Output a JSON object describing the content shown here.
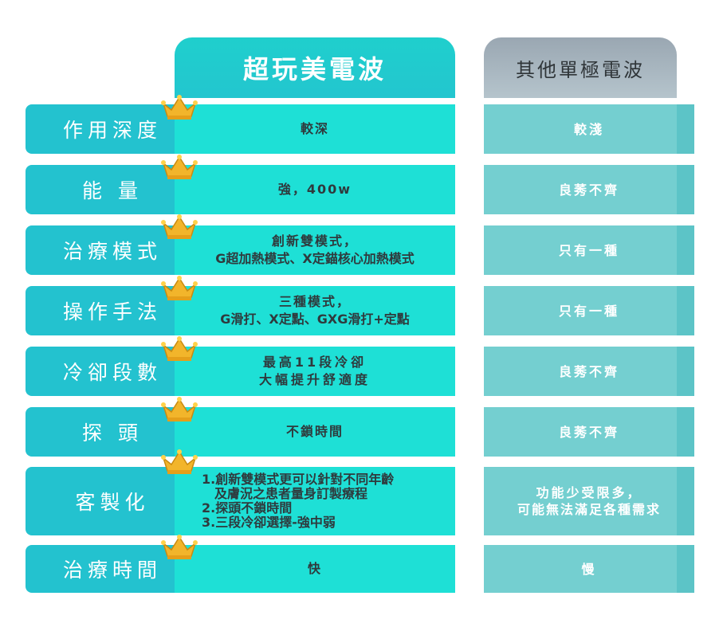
{
  "header": {
    "main": "超玩美電波",
    "other": "其他單極電波"
  },
  "rows": [
    {
      "label": "作用深度",
      "main": [
        "較深"
      ],
      "other": [
        "較淺"
      ]
    },
    {
      "label": "能 量",
      "main": [
        "強，400w"
      ],
      "other": [
        "良莠不齊"
      ]
    },
    {
      "label": "治療模式",
      "main": [
        "創新雙模式，",
        "G超加熱模式、X定錨核心加熱模式"
      ],
      "other": [
        "只有一種"
      ]
    },
    {
      "label": "操作手法",
      "main": [
        "三種模式，",
        "G滑打、X定點、GXG滑打+定點"
      ],
      "other": [
        "只有一種"
      ]
    },
    {
      "label": "冷卻段數",
      "main": [
        "最高11段冷卻",
        "大幅提升舒適度"
      ],
      "other": [
        "良莠不齊"
      ]
    },
    {
      "label": "探 頭",
      "main": [
        "不鎖時間"
      ],
      "other": [
        "良莠不齊"
      ]
    },
    {
      "label": "客製化",
      "main": [
        "1.創新雙模式更可以針對不同年齡",
        "及膚況之患者量身訂製療程",
        "2.探頭不鎖時間",
        "3.三段冷卻選擇-強中弱"
      ],
      "other": [
        "功能少受限多，",
        "可能無法滿足各種需求"
      ]
    },
    {
      "label": "治療時間",
      "main": [
        "快"
      ],
      "other": [
        "慢"
      ]
    }
  ],
  "colors": {
    "label_bg": "#23c2cf",
    "main_bg": "#1ee0d6",
    "other_bg": "#74cfd0",
    "header_other_bg": "#9aa7b2",
    "crown": "#f2b52b"
  },
  "icons": {
    "row_marker": "crown-icon"
  }
}
